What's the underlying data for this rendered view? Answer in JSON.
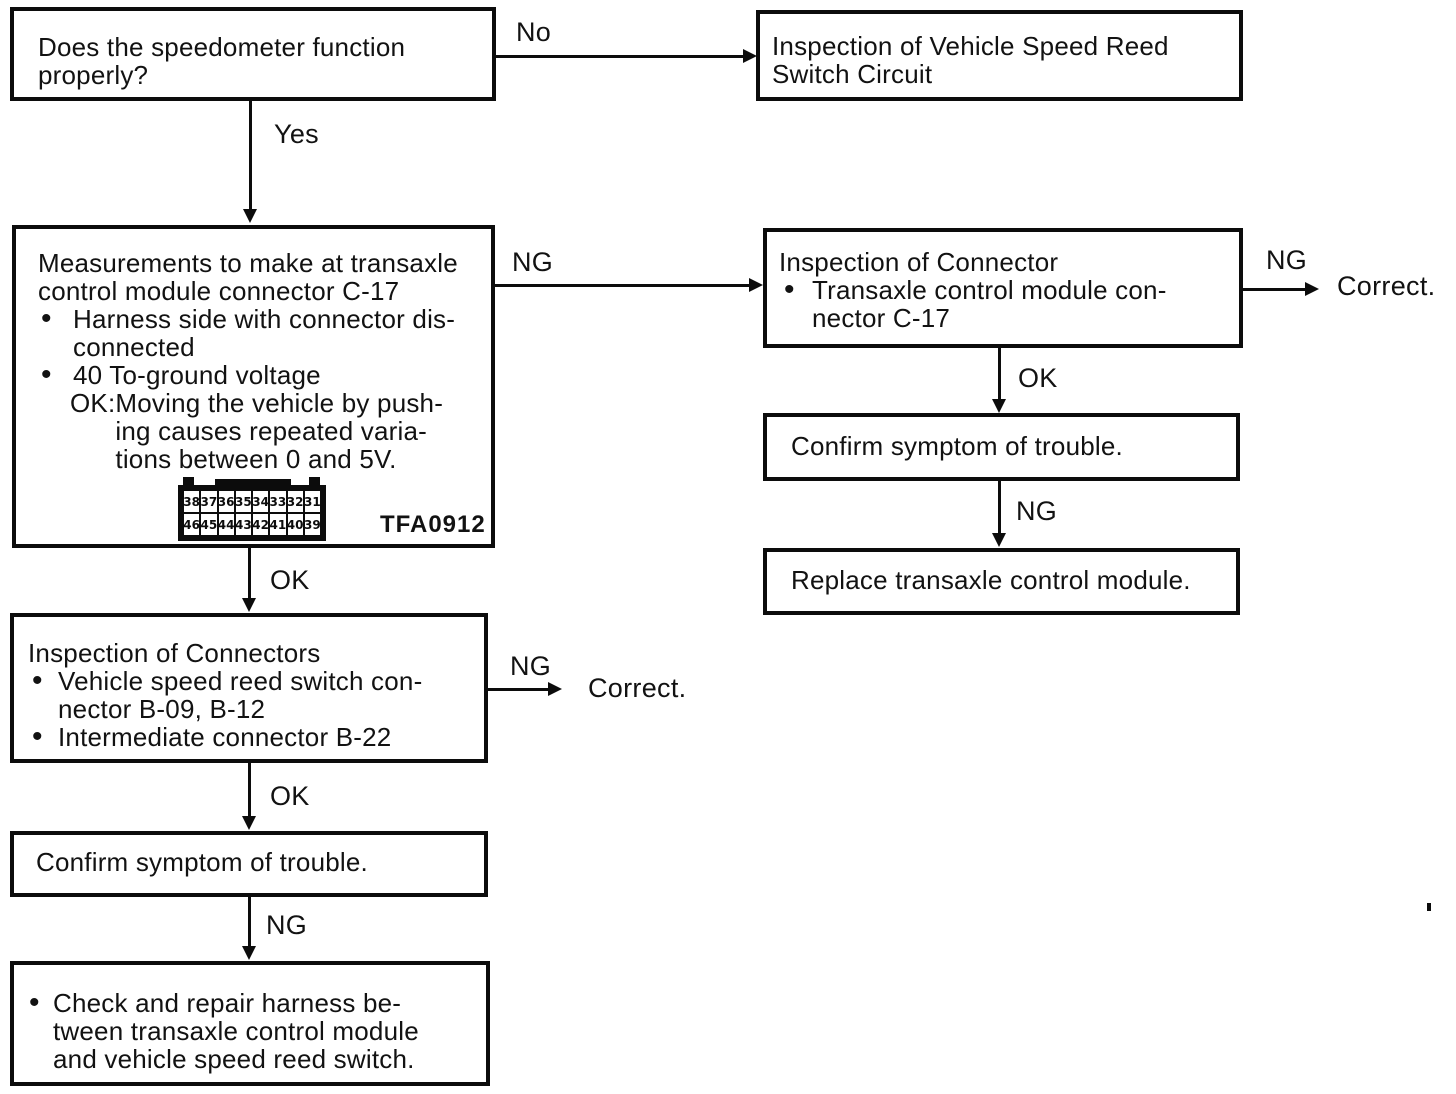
{
  "labels": {
    "no": "No",
    "yes": "Yes",
    "ok": "OK",
    "ng": "NG",
    "correct": "Correct.",
    "bullet": "•"
  },
  "boxes": {
    "speedometer_question": {
      "text": "Does the speedometer function\nproperly?"
    },
    "reed_switch_circuit": {
      "text": "Inspection of Vehicle Speed Reed\nSwitch Circuit"
    },
    "measurements": {
      "title": "Measurements to make at transaxle\ncontrol module connector C-17",
      "bullet1": "Harness side with connector dis-\nconnected",
      "bullet2": "40 To-ground voltage",
      "ok_label": "OK:",
      "ok_text": "Moving the vehicle by push-\ning causes repeated varia-\ntions between 0 and 5V.",
      "figure_code": "TFA0912",
      "pins_top": [
        "38",
        "37",
        "36",
        "35",
        "34",
        "33",
        "32",
        "31"
      ],
      "pins_bottom": [
        "46",
        "45",
        "44",
        "43",
        "42",
        "41",
        "40",
        "39"
      ]
    },
    "connector_inspection_right": {
      "title": "Inspection of Connector",
      "bullet1": "Transaxle control module con-\nnector C-17"
    },
    "confirm_trouble_right": {
      "text": "Confirm symptom of trouble."
    },
    "replace_module": {
      "text": "Replace transaxle control module."
    },
    "connectors_inspection_left": {
      "title": "Inspection of Connectors",
      "bullet1": "Vehicle speed reed switch con-\nnector B-09, B-12",
      "bullet2": "Intermediate connector B-22"
    },
    "confirm_trouble_left": {
      "text": "Confirm symptom of trouble."
    },
    "check_harness": {
      "bullet1": "Check and repair harness be-\ntween transaxle control module\nand vehicle speed reed switch."
    }
  }
}
